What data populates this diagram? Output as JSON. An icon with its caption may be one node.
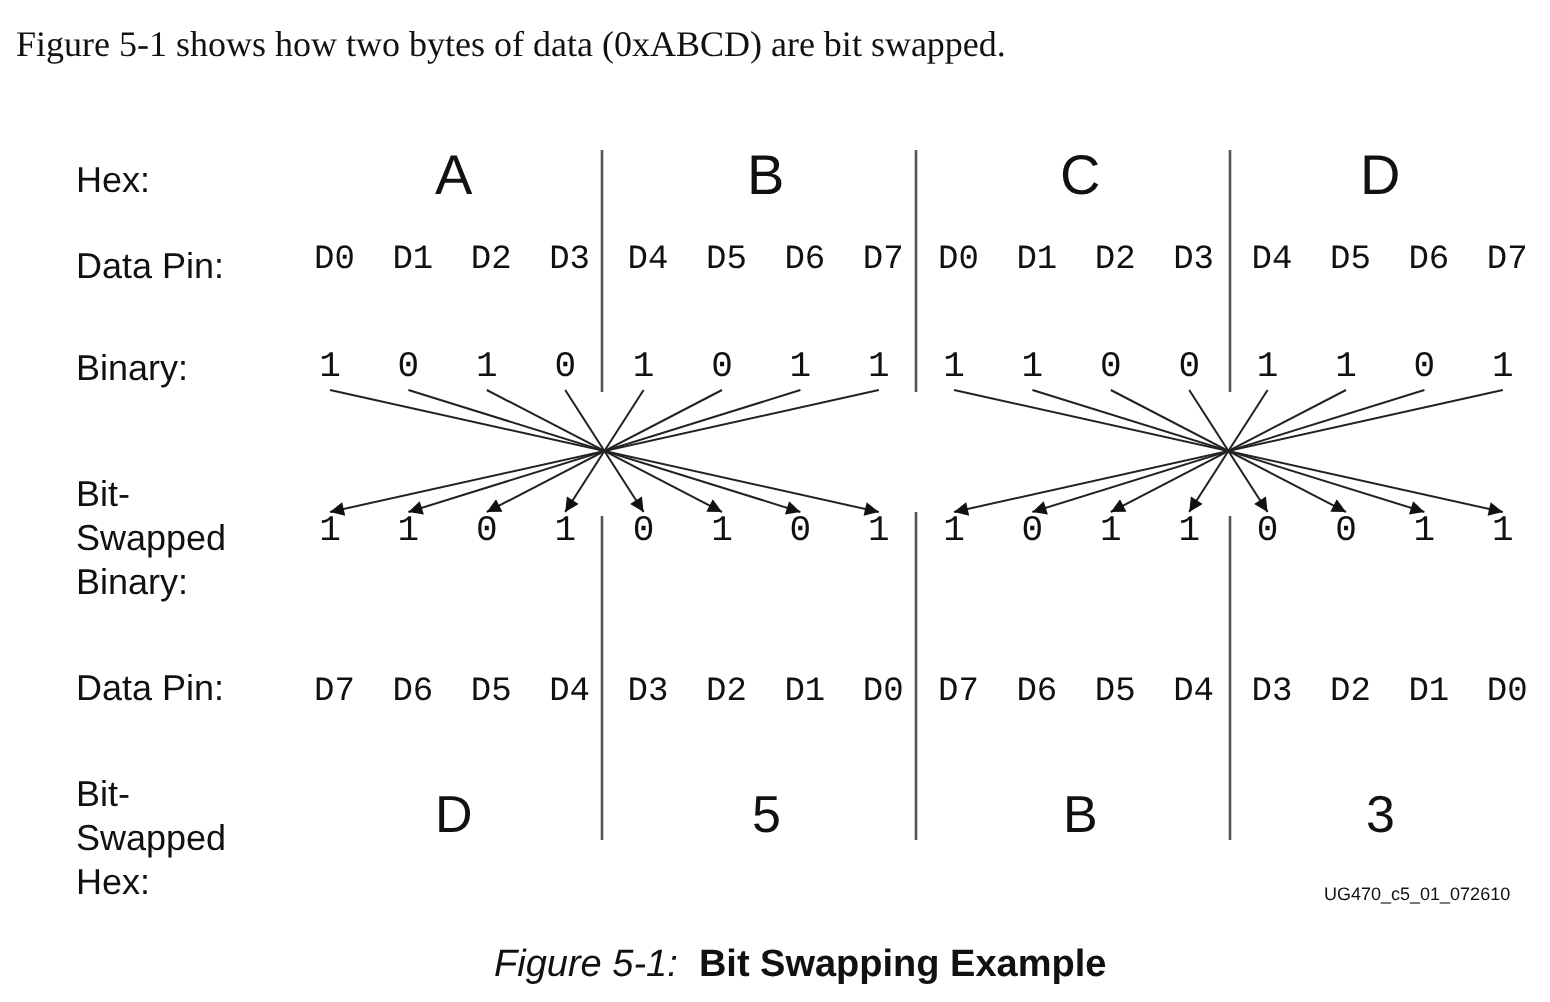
{
  "diagram": {
    "caption": "*Figure 5-1:*  **Bit Swapping Example**",
    "nodes": [
      {
        "text": [
          "1"
        ]
      },
      {
        "text": [
          "0"
        ]
      },
      {
        "text": [
          "1"
        ]
      },
      {
        "text": [
          "0"
        ]
      },
      {
        "text": [
          "1"
        ]
      },
      {
        "text": [
          "0"
        ]
      },
      {
        "text": [
          "1"
        ]
      },
      {
        "text": [
          "1"
        ]
      },
      {
        "text": [
          "1"
        ]
      },
      {
        "text": [
          "1"
        ]
      },
      {
        "text": [
          "0"
        ]
      },
      {
        "text": [
          "0"
        ]
      },
      {
        "text": [
          "1"
        ]
      },
      {
        "text": [
          "1"
        ]
      },
      {
        "text": [
          "0"
        ]
      },
      {
        "text": [
          "1"
        ]
      },
      {
        "text": [
          "1"
        ]
      },
      {
        "text": [
          "1"
        ]
      },
      {
        "text": [
          "0"
        ]
      },
      {
        "text": [
          "1"
        ]
      },
      {
        "text": [
          "0"
        ]
      },
      {
        "text": [
          "1"
        ]
      },
      {
        "text": [
          "0"
        ]
      },
      {
        "text": [
          "1"
        ]
      },
      {
        "text": [
          "1"
        ]
      },
      {
        "text": [
          "0"
        ]
      },
      {
        "text": [
          "1"
        ]
      },
      {
        "text": [
          "1"
        ]
      },
      {
        "text": [
          "0"
        ]
      },
      {
        "text": [
          "0"
        ]
      },
      {
        "text": [
          "1"
        ]
      },
      {
        "text": [
          "1"
        ]
      }
    ],
    "edges": [
      {
        "from": 0,
        "to": 23,
        "arrow": "to"
      },
      {
        "from": 1,
        "to": 22,
        "arrow": "to"
      },
      {
        "from": 2,
        "to": 21,
        "arrow": "to"
      },
      {
        "from": 3,
        "to": 20,
        "arrow": "to"
      },
      {
        "from": 4,
        "to": 19,
        "arrow": "to"
      },
      {
        "from": 5,
        "to": 18,
        "arrow": "to"
      },
      {
        "from": 6,
        "to": 17,
        "arrow": "to"
      },
      {
        "from": 7,
        "to": 16,
        "arrow": "to"
      },
      {
        "from": 8,
        "to": 31,
        "arrow": "to"
      },
      {
        "from": 9,
        "to": 30,
        "arrow": "to"
      },
      {
        "from": 10,
        "to": 29,
        "arrow": "to"
      },
      {
        "from": 11,
        "to": 28,
        "arrow": "to"
      },
      {
        "from": 12,
        "to": 27,
        "arrow": "to"
      },
      {
        "from": 13,
        "to": 26,
        "arrow": "to"
      },
      {
        "from": 14,
        "to": 25,
        "arrow": "to"
      },
      {
        "from": 15,
        "to": 24,
        "arrow": "to"
      }
    ],
    "labels": [
      "Figure 5-1 shows how two bytes of data (0xABCD) are bit swapped.",
      "Hex:",
      "A",
      "B",
      "C",
      "D",
      "Data Pin:",
      "D0",
      "D1",
      "D2",
      "D3",
      "D4",
      "D5",
      "D6",
      "D7",
      "D0",
      "D1",
      "D2",
      "D3",
      "D4",
      "D5",
      "D6",
      "D7",
      "Binary:",
      "Bit- Swapped Binary:",
      "Data Pin:",
      "D7",
      "D6",
      "D5",
      "D4",
      "D3",
      "D2",
      "D1",
      "D0",
      "D7",
      "D6",
      "D5",
      "D4",
      "D3",
      "D2",
      "D1",
      "D0",
      "Bit- Swapped Hex:",
      "D",
      "5",
      "B",
      "3",
      "UG470_c5_01_072610"
    ]
  }
}
